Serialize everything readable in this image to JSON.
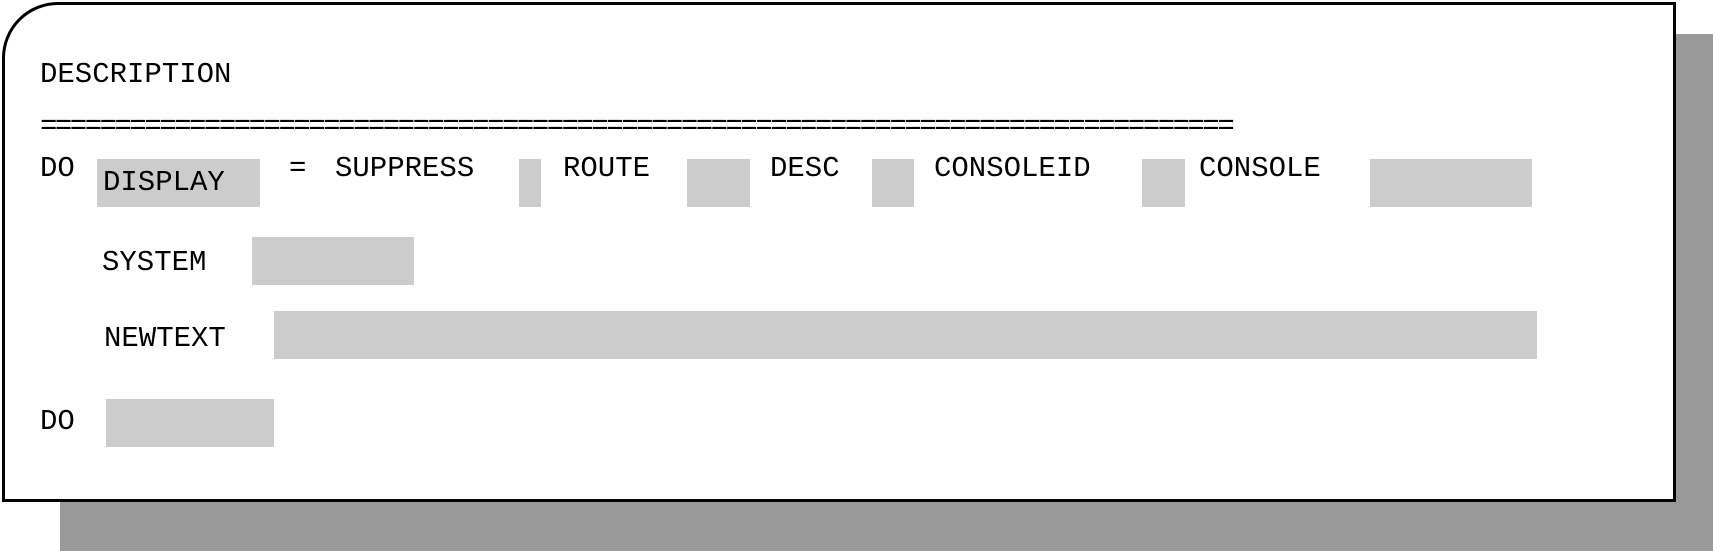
{
  "header": {
    "label": "DESCRIPTION",
    "rule": "================================================================================"
  },
  "row1": {
    "do_label": "DO",
    "display_keyword": "DISPLAY",
    "equals": "=",
    "suppress_label": "SUPPRESS",
    "route_label": "ROUTE",
    "desc_label": "DESC",
    "consoleid_label": "CONSOLEID",
    "console_label": "CONSOLE"
  },
  "row2": {
    "system_label": "SYSTEM"
  },
  "row3": {
    "newtext_label": "NEWTEXT"
  },
  "row4": {
    "do_label": "DO"
  },
  "colors": {
    "field_fill": "#cccccc",
    "shadow": "#999999",
    "border": "#000000"
  }
}
